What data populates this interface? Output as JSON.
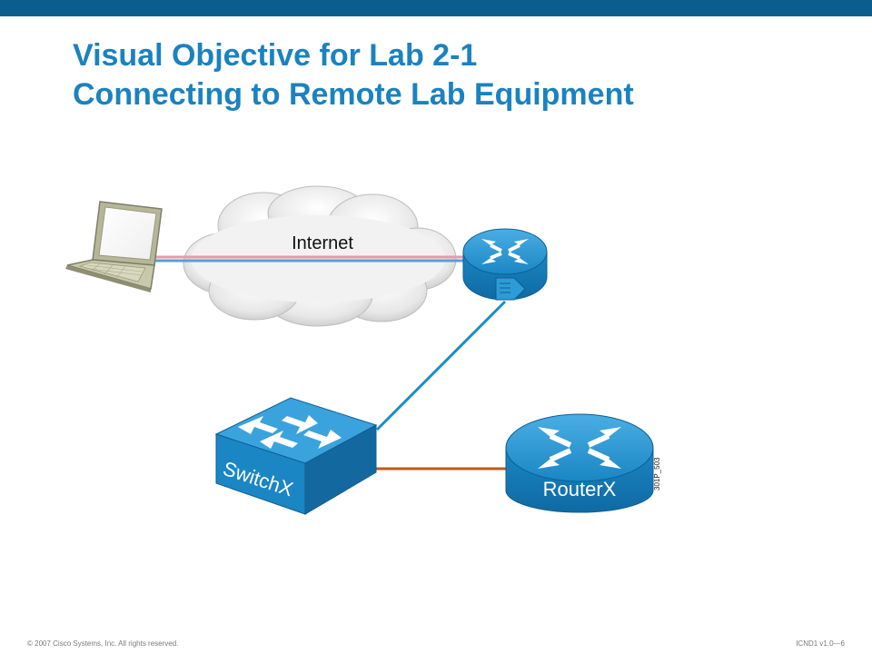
{
  "slide": {
    "title_line1": "Visual Objective for Lab 2-1",
    "title_line2": "Connecting to Remote Lab Equipment"
  },
  "diagram": {
    "cloud_label": "Internet",
    "switch_label": "SwitchX",
    "router_label": "RouterX",
    "figure_id": "301P_503",
    "devices": [
      {
        "name": "laptop",
        "icon": "laptop-icon"
      },
      {
        "name": "internet-cloud",
        "icon": "cloud-icon"
      },
      {
        "name": "remote-router",
        "icon": "router-icon"
      },
      {
        "name": "switch",
        "icon": "switch-icon"
      },
      {
        "name": "router",
        "icon": "router-icon"
      }
    ],
    "links": [
      {
        "from": "laptop",
        "to": "remote-router",
        "style": "pink-blue"
      },
      {
        "from": "remote-router",
        "to": "switch",
        "color": "#1b8cc6"
      },
      {
        "from": "switch",
        "to": "router",
        "color": "#c0581c"
      }
    ]
  },
  "footer": {
    "copyright": "© 2007 Cisco Systems, Inc. All rights reserved.",
    "course": "ICND1 v1.0—6"
  },
  "colors": {
    "top_bar": "#0b5e8c",
    "title": "#1b82c0",
    "device_blue": "#1a86c4",
    "device_blue_dark": "#1669a0"
  }
}
